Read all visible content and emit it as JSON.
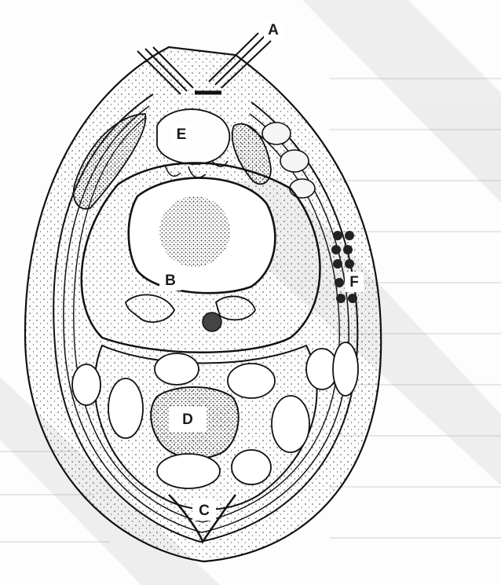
{
  "diagram": {
    "labels": {
      "A": "A",
      "B": "B",
      "C": "C",
      "D": "D",
      "E": "E",
      "F": "F"
    }
  }
}
